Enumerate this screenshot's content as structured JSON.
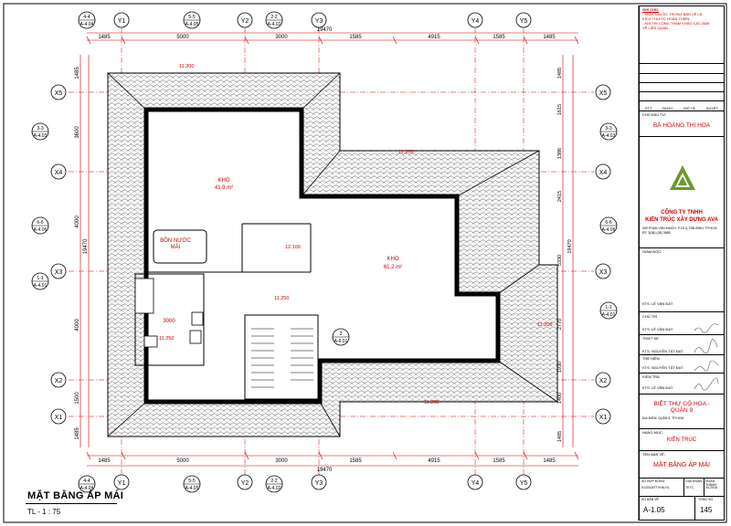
{
  "drawing": {
    "title": "MẶT BẰNG ÁP MÁI",
    "scale": "TL - 1 : 75",
    "grid_x": [
      "Y1",
      "Y2",
      "Y3",
      "Y4",
      "Y5"
    ],
    "grid_y": [
      "X5",
      "X4",
      "X3",
      "X2",
      "X1"
    ],
    "dims_top": [
      "1485",
      "5000",
      "3000",
      "1585",
      "4915",
      "1585",
      "1485"
    ],
    "dim_total": "19470",
    "dims_bottom": [
      "1485",
      "5000",
      "3000",
      "1585",
      "4915",
      "1585",
      "1485"
    ],
    "dims_left": [
      "1485",
      "3600",
      "4000",
      "4000",
      "1500",
      "1485"
    ],
    "dim_total_v": "19470",
    "dims_right": [
      "1485",
      "1615",
      "1386",
      "2415",
      "5330",
      "2770",
      "1930",
      "1400",
      "1485"
    ],
    "section_marks": [
      {
        "num": "4-4",
        "ref": "A-4.04"
      },
      {
        "num": "5-5",
        "ref": "A-4.05"
      },
      {
        "num": "2-2",
        "ref": "A-4.02"
      },
      {
        "num": "3-3",
        "ref": "A-4.03"
      },
      {
        "num": "6-6",
        "ref": "A-4.06"
      },
      {
        "num": "1-1",
        "ref": "A-4.01"
      },
      {
        "num": "2",
        "ref": "A-6.01"
      }
    ],
    "rooms": [
      {
        "name": "KHO",
        "area": "41.9 m²"
      },
      {
        "name": "KHO",
        "area": "61.2 m²"
      },
      {
        "name": "BỒN NƯỚC",
        "area": "MÁI"
      }
    ],
    "levels": [
      "11.200",
      "11.200",
      "12.100",
      "11.250",
      "11.250",
      "11.200",
      "11.200"
    ],
    "inner_dim": "3000"
  },
  "titleblock": {
    "notes_title": "GHI CHÚ:",
    "notes": [
      "- KÍCH THƯỚC TRONG BẢN VẼ LÀ",
      "KÍCH THƯỚC HOÀN THIỆN.",
      "- KHI THI CÔNG THAM KHẢO CÁC BẢN",
      "VẼ LIÊN QUAN."
    ],
    "rev_headers": [
      "STT",
      "NGÀY",
      "MÔ TẢ",
      "DUYỆT"
    ],
    "owner_label": "CHỦ ĐẦU TƯ:",
    "owner": "BÀ HOÀNG THỊ HOA",
    "company_line1": "CÔNG TY TNHH",
    "company_line2": "KIẾN TRÚC XÂY DỰNG AVA",
    "company_addr": "269 PHAN VĂN MAICH, P.15 Q.TÂN BÌNH, TP.HCM",
    "company_phone": "ĐT: 3(38)-(38) 3688",
    "director_label": "GIÁM ĐỐC:",
    "director": "KTS. LÊ VĂN ĐẠT",
    "design_rows": [
      {
        "role": "CHỦ TRÌ",
        "name": "KTS. LÊ VĂN ĐẠT"
      },
      {
        "role": "THIẾT KẾ",
        "name": "KTS. NGUYỄN TẤT ĐẠT"
      },
      {
        "role": "THỂ HIỆN",
        "name": "KTS. NGUYỄN TẤT ĐẠT"
      },
      {
        "role": "KIỂM TRA",
        "name": "KTS. LÊ VĂN ĐẠT"
      }
    ],
    "project_line1": "BIỆT THỰ CÔ HOA -",
    "project_line2": "QUẬN 9",
    "location": "ĐỊA ĐIỂM: QUẬN 9, TP.HCM",
    "category_label": "HẠNG MỤC:",
    "category": "KIẾN TRÚC",
    "sheet_label": "TÊN BẢN VẼ:",
    "sheet_name": "MẶT BẰNG ÁP MÁI",
    "contract_label": "SỐ HỢP ĐỒNG",
    "contract": "01/2018/TTVHA-HL",
    "phase_label": "GIAI ĐOẠN",
    "phase": "TKTC",
    "date_label": "HOÀN THÀNH",
    "date": "04-2018",
    "sheet_no_label": "SỐ BẢN VẼ",
    "sheet_no": "A-1.05",
    "total_label": "TỔNG SỐ",
    "total": "145"
  },
  "colors": {
    "wall": "#000000",
    "dim": "#cc0000",
    "grid": "#cc0000",
    "tile": "#888888",
    "accent": "#6a9a2a"
  }
}
